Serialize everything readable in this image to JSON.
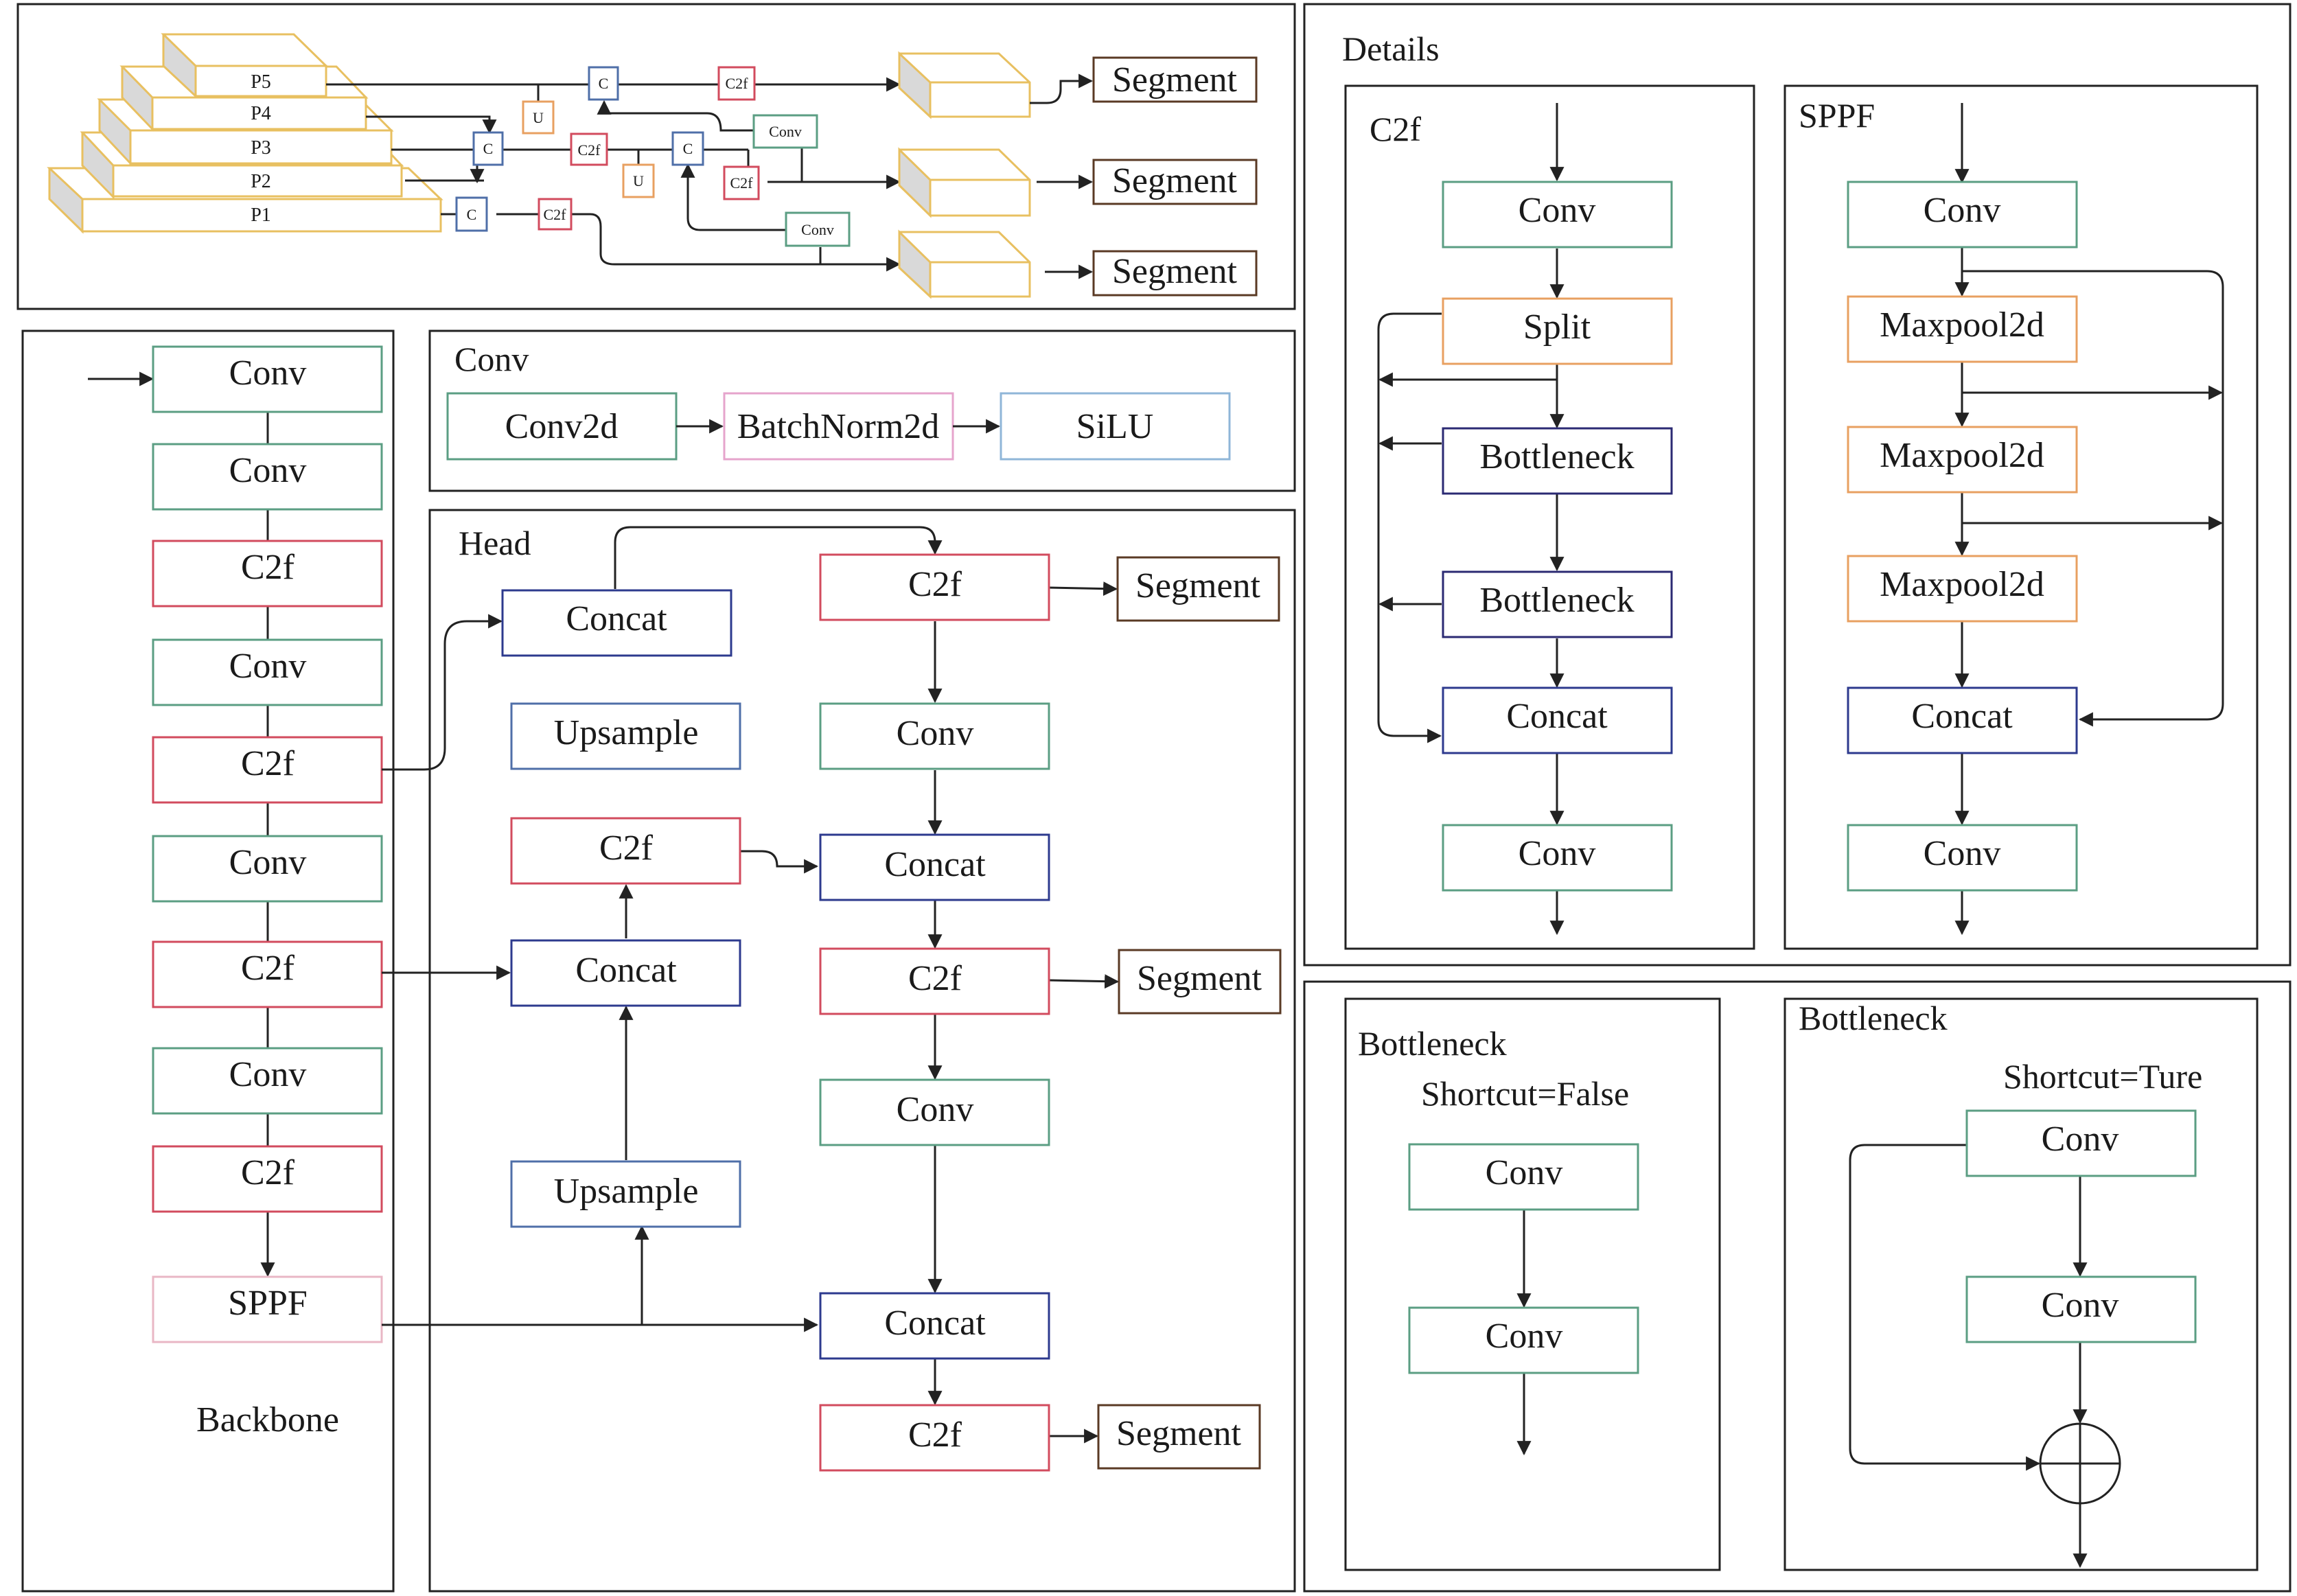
{
  "colors": {
    "conv": "#5b9e83",
    "c2f": "#d24b5e",
    "split": "#e8a061",
    "bottleneck": "#2b2a73",
    "concat": "#2d3a8e",
    "upsample": "#4f6fa8",
    "sppf": "#e9b7c5",
    "batchnorm": "#e6a4cc",
    "silu": "#8fb6d8",
    "maxpool": "#e8a061",
    "segment": "#5a3a24",
    "pyramid": "#e8c061",
    "pyramid_side": "#d9d9d9"
  },
  "overview": {
    "levels": [
      "P5",
      "P4",
      "P3",
      "P2",
      "P1"
    ],
    "blocks": {
      "c": "C",
      "u": "U",
      "c2f": "C2f",
      "conv": "Conv"
    },
    "segments": [
      "Segment",
      "Segment",
      "Segment"
    ]
  },
  "backbone": {
    "title": "Backbone",
    "blocks": [
      "Conv",
      "Conv",
      "C2f",
      "Conv",
      "C2f",
      "Conv",
      "C2f",
      "Conv",
      "C2f",
      "SPPF"
    ]
  },
  "conv_detail": {
    "title": "Conv",
    "blocks": [
      "Conv2d",
      "BatchNorm2d",
      "SiLU"
    ]
  },
  "head": {
    "title": "Head",
    "concat_top": "Concat",
    "upsample_top": "Upsample",
    "c2f_left": "C2f",
    "concat_mid": "Concat",
    "upsample_bottom": "Upsample",
    "c2f_1": "C2f",
    "conv_1": "Conv",
    "concat_1": "Concat",
    "c2f_2": "C2f",
    "conv_2": "Conv",
    "concat_2": "Concat",
    "c2f_3": "C2f",
    "segment_1": "Segment",
    "segment_2": "Segment",
    "segment_3": "Segment"
  },
  "details": {
    "title": "Details",
    "c2f": {
      "title": "C2f",
      "blocks": [
        "Conv",
        "Split",
        "Bottleneck",
        "Bottleneck",
        "Concat",
        "Conv"
      ]
    },
    "sppf": {
      "title": "SPPF",
      "blocks": [
        "Conv",
        "Maxpool2d",
        "Maxpool2d",
        "Maxpool2d",
        "Concat",
        "Conv"
      ]
    }
  },
  "bottleneck_false": {
    "title": "Bottleneck",
    "subtitle": "Shortcut=False",
    "blocks": [
      "Conv",
      "Conv"
    ]
  },
  "bottleneck_true": {
    "title": "Bottleneck",
    "subtitle": "Shortcut=Ture",
    "blocks": [
      "Conv",
      "Conv"
    ]
  }
}
